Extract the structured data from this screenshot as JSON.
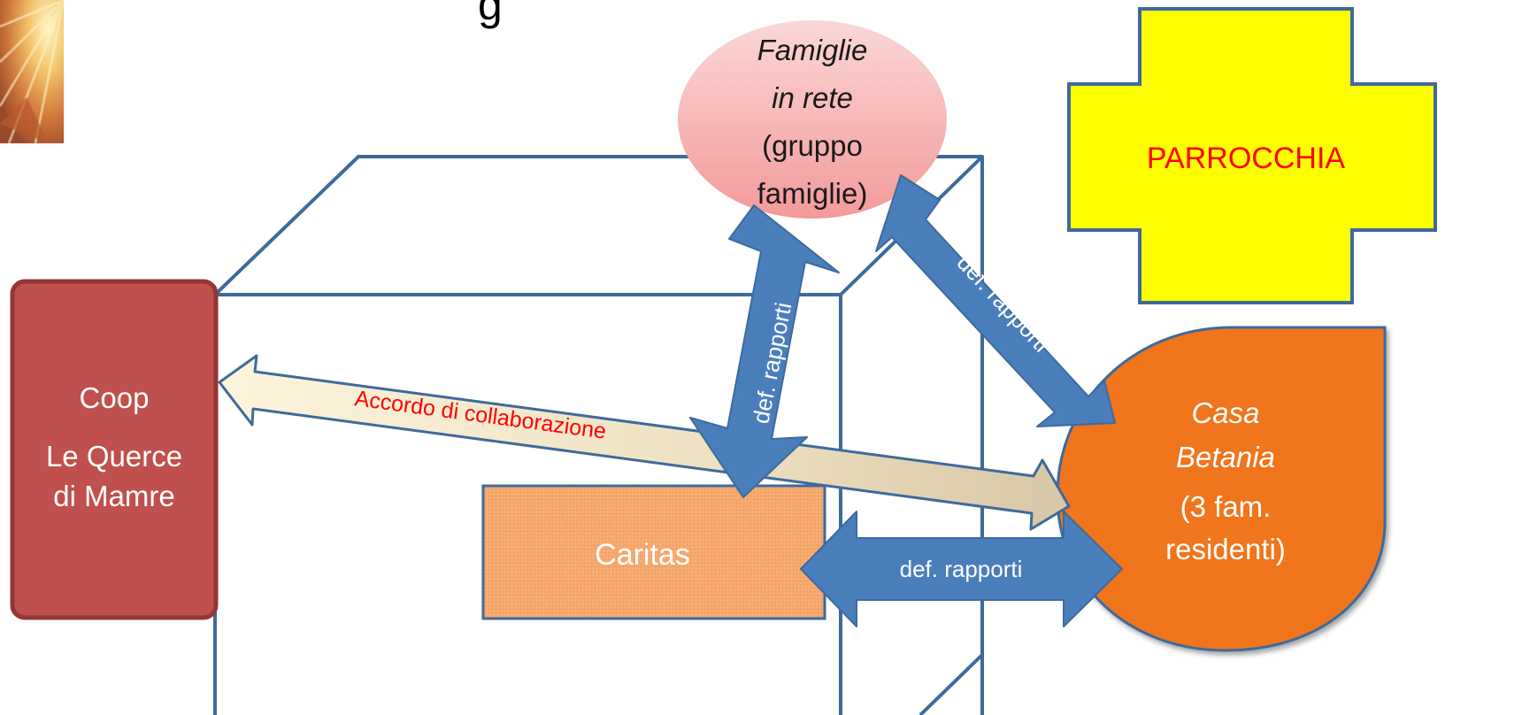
{
  "colors": {
    "outline": "#3d6a9c",
    "arrow_blue": "#4a7ebb",
    "coop_fill": "#c0504d",
    "coop_border": "#943634",
    "caritas_fill": "#f6a86d",
    "caritas_border": "#3d6a9c",
    "famiglie_fill": "#f7b6b6",
    "casa_fill": "#f0741c",
    "parrocchia_fill": "#ffff00",
    "parrocchia_border": "#3d6a9c",
    "parrocchia_text": "#ff0000",
    "accordo_text": "#ff0000",
    "accordo_fill_start": "#fdf2d6",
    "accordo_fill_end": "#d9c8a8"
  },
  "header": {
    "title_fragment": "g"
  },
  "coop": {
    "line1": "Coop",
    "line2": "Le Querce",
    "line3": "di Mamre"
  },
  "caritas": {
    "label": "Caritas"
  },
  "famiglie": {
    "line1": "Famiglie",
    "line2": "in rete",
    "line3": "(gruppo",
    "line4": "famiglie)"
  },
  "parrocchia": {
    "label": "PARROCCHIA"
  },
  "casa_betania": {
    "line1": "Casa",
    "line2": "Betania",
    "line3": "(3 fam.",
    "line4": "residenti)"
  },
  "arrows": {
    "famiglie_caritas": "def. rapporti",
    "famiglie_casa": "def. rapporti",
    "caritas_casa": "def. rapporti",
    "accordo": "Accordo di collaborazione"
  },
  "decor": {
    "corner_image": "sunburst-painting-image"
  }
}
